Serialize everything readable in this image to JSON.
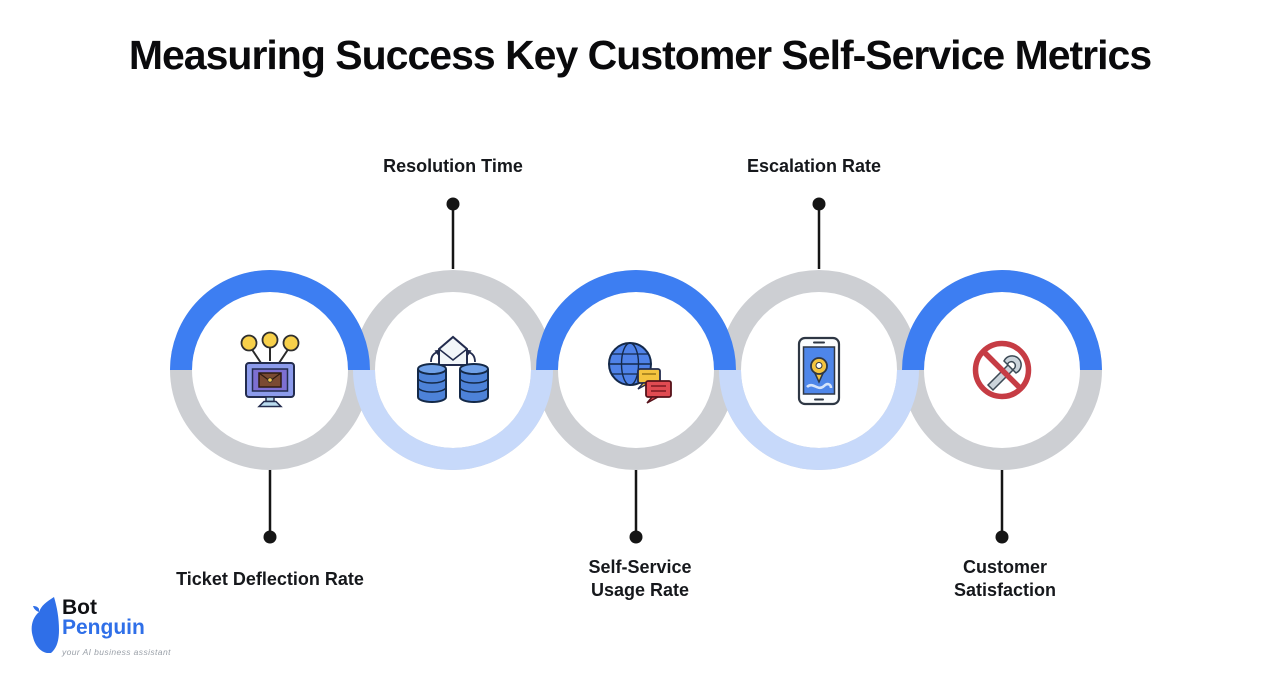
{
  "header": {
    "title": "Measuring Success Key Customer Self-Service Metrics"
  },
  "metrics": [
    {
      "label": "Ticket Deflection Rate",
      "label_lines": [
        "Ticket Deflection Rate"
      ],
      "label_position": "bottom",
      "icon": "monitor-notifications-icon",
      "ring": {
        "top_color": "#3D7EF2",
        "bottom_color": "#CDCFD3"
      }
    },
    {
      "label": "Resolution Time",
      "label_lines": [
        "Resolution Time"
      ],
      "label_position": "top",
      "icon": "databases-mail-icon",
      "ring": {
        "top_color": "#CDCFD3",
        "bottom_color": "#C7D9FA"
      }
    },
    {
      "label": "Self-Service Usage Rate",
      "label_lines": [
        "Self-Service",
        "Usage Rate"
      ],
      "label_position": "bottom",
      "icon": "globe-chat-icon",
      "ring": {
        "top_color": "#3D7EF2",
        "bottom_color": "#CDCFD3"
      }
    },
    {
      "label": "Escalation Rate",
      "label_lines": [
        "Escalation Rate"
      ],
      "label_position": "top",
      "icon": "phone-map-icon",
      "ring": {
        "top_color": "#CDCFD3",
        "bottom_color": "#C7D9FA"
      }
    },
    {
      "label": "Customer Satisfaction",
      "label_lines": [
        "Customer",
        "Satisfaction"
      ],
      "label_position": "bottom",
      "icon": "no-tools-icon",
      "ring": {
        "top_color": "#3D7EF2",
        "bottom_color": "#CDCFD3"
      }
    }
  ],
  "brand": {
    "name_line1": "Bot",
    "name_line2": "Penguin",
    "tagline": "your AI business assistant"
  },
  "colors": {
    "accent_blue": "#3D7EF2",
    "light_blue": "#C7D9FA",
    "ring_gray": "#CDCFD3",
    "connector_black": "#151515",
    "title_text": "#0a0a0c",
    "label_text": "#16181c",
    "brand_blue": "#2F6FE8",
    "background": "#FFFFFF"
  }
}
